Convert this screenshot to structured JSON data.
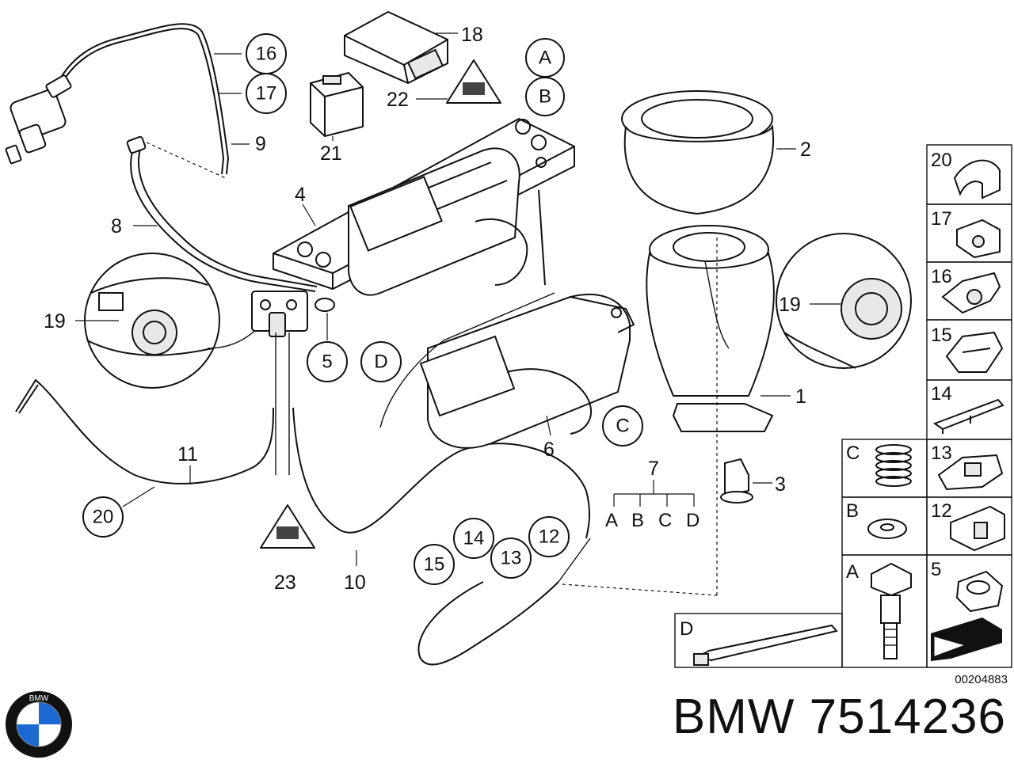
{
  "callouts": {
    "n1": "1",
    "n2": "2",
    "n3": "3",
    "n4": "4",
    "n5": "5",
    "n6": "6",
    "n7": "7",
    "n8": "8",
    "n9": "9",
    "n10": "10",
    "n11": "11",
    "n12": "12",
    "n13": "13",
    "n14": "14",
    "n15": "15",
    "n16": "16",
    "n17": "17",
    "n18": "18",
    "n19a": "19",
    "n19b": "19",
    "n20": "20",
    "n21": "21",
    "n22": "22",
    "n23": "23",
    "lA": "A",
    "lB": "B",
    "lC": "C",
    "lD": "D",
    "sub_a": "A",
    "sub_b": "B",
    "sub_c": "C",
    "sub_d": "D"
  },
  "parts_grid": {
    "p20": "20",
    "p17": "17",
    "p16": "16",
    "p15": "15",
    "p14": "14",
    "p13": "13",
    "p12": "12",
    "p5": "5",
    "pC": "C",
    "pB": "B",
    "pA": "A",
    "pD": "D"
  },
  "catalog_number": "00204883",
  "brand_title": "BMW 7514236",
  "logo": {
    "letters": "BMW",
    "colors": {
      "blue": "#1c69d4",
      "ring": "#111111",
      "white": "#ffffff"
    }
  },
  "icons": [
    "warning-triangle-icon",
    "bmw-logo",
    "arrow-icon"
  ]
}
